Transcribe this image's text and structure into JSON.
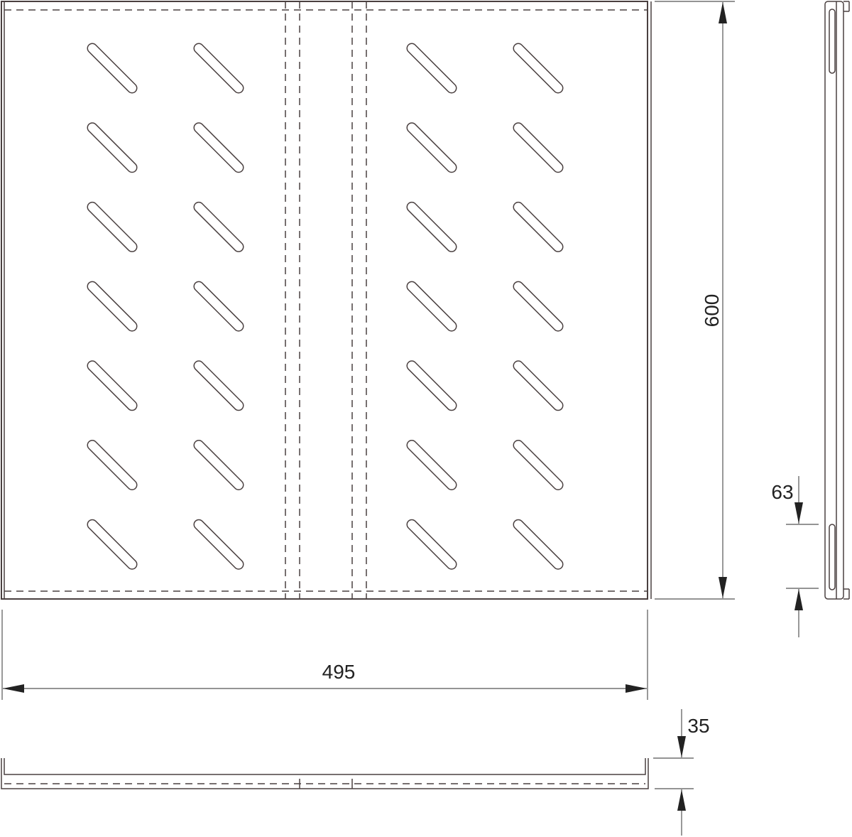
{
  "drawing": {
    "colors": {
      "line": "#4a4040",
      "dim": "#333333"
    },
    "slot_rows": 7,
    "slot_cols": 4,
    "dimensions": {
      "depth": "600",
      "width": "495",
      "slot_offset": "63",
      "height": "35"
    }
  }
}
